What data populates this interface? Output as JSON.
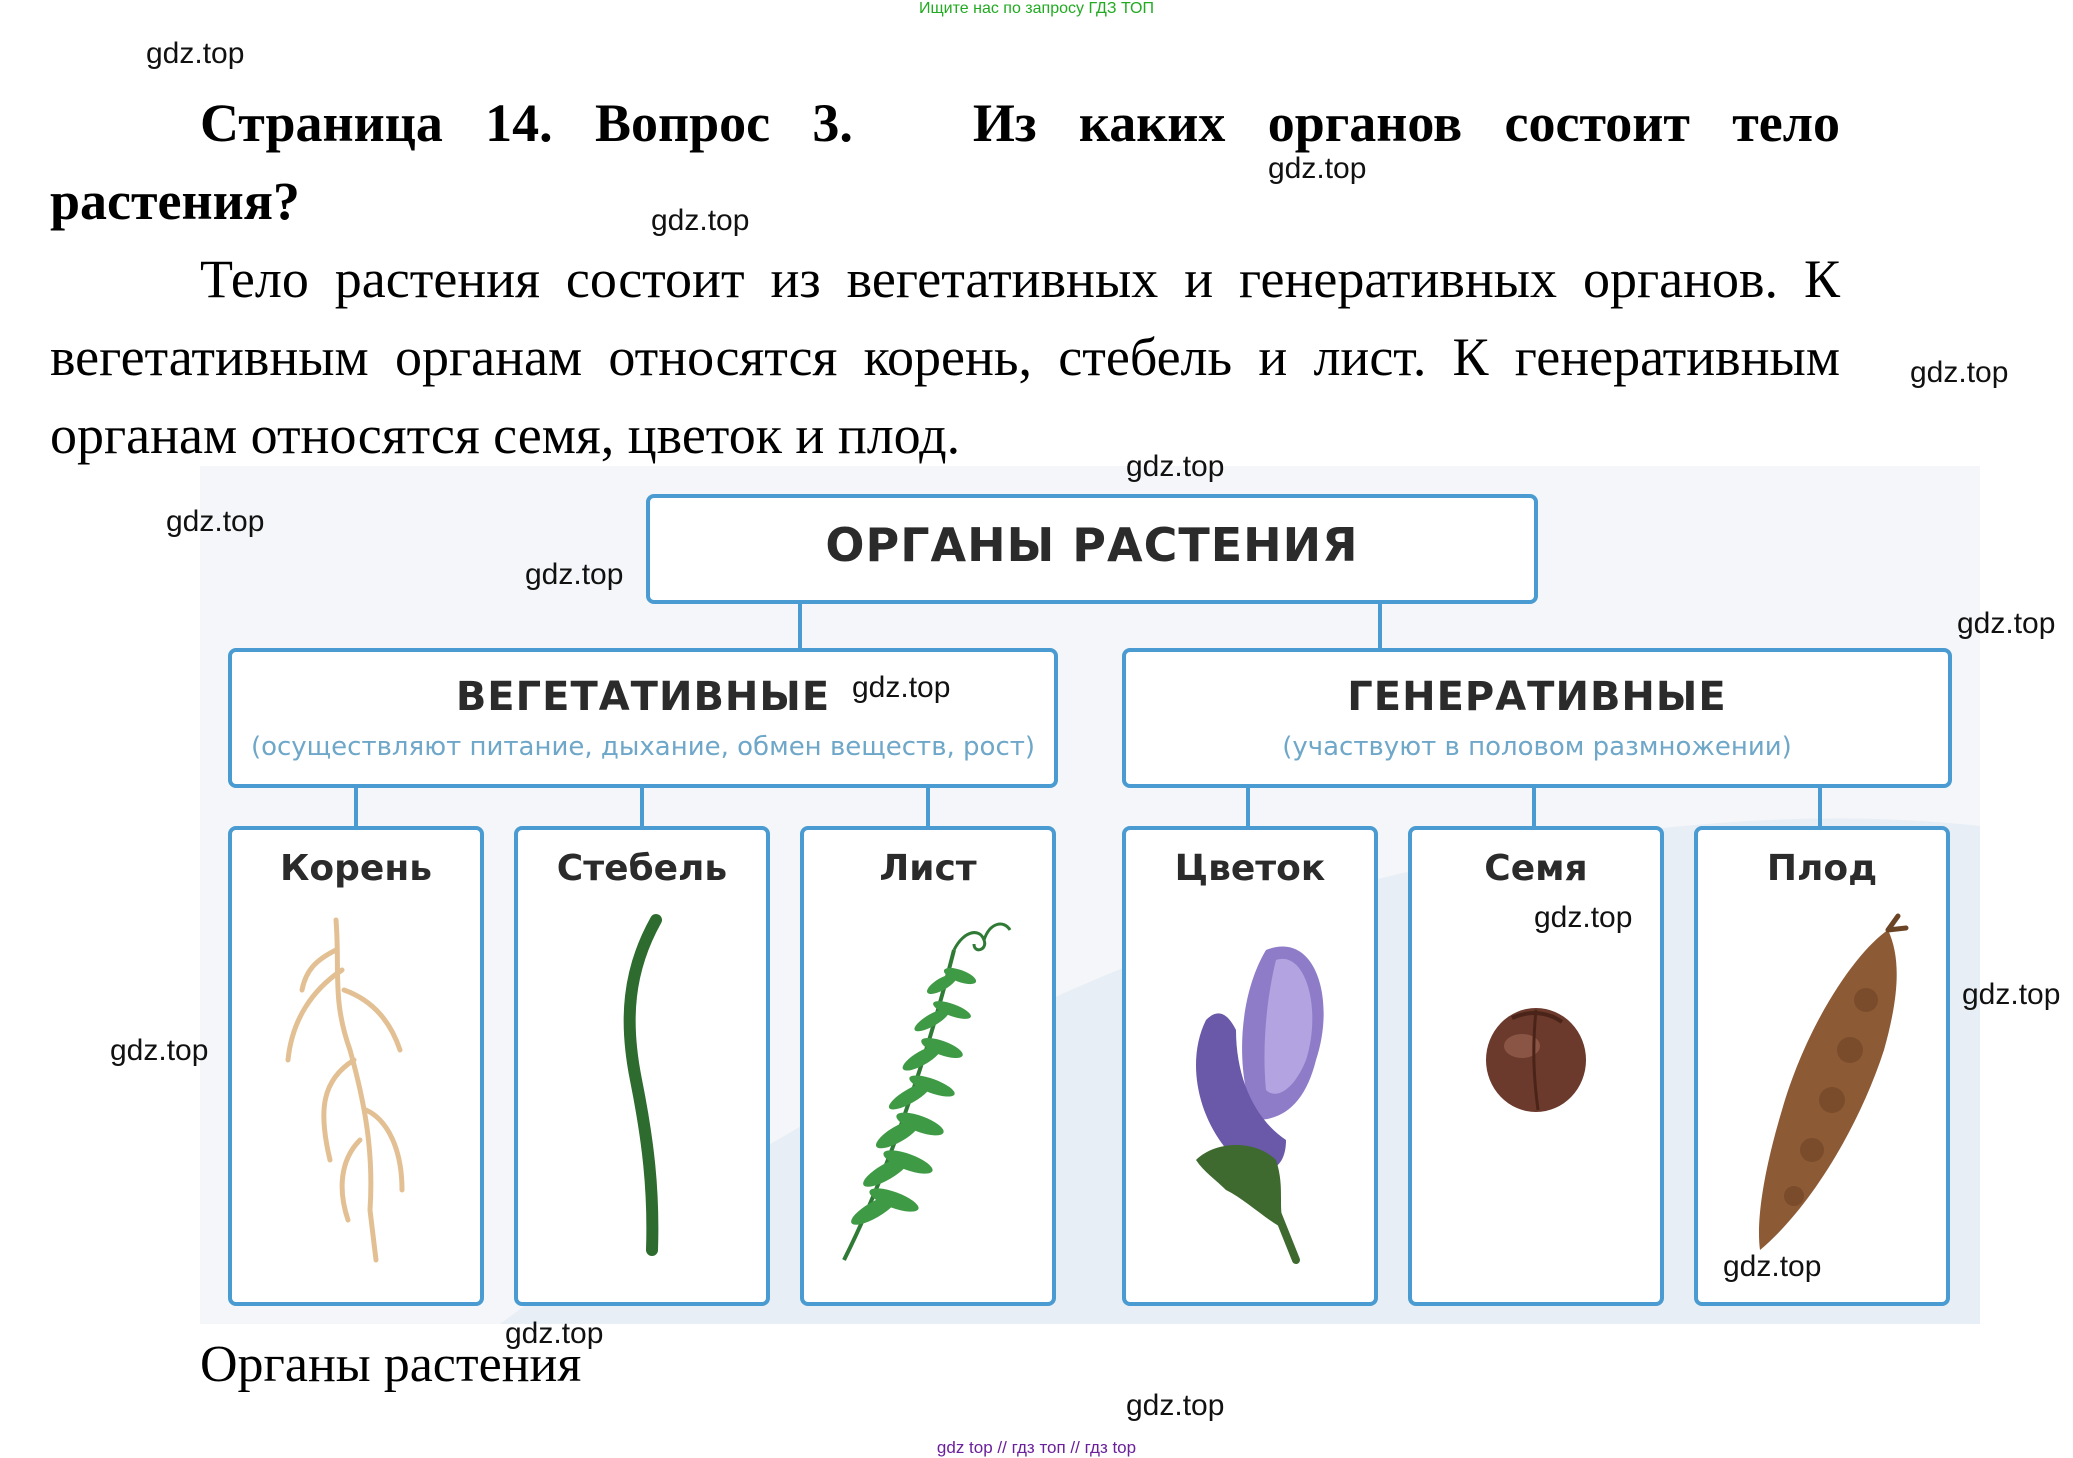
{
  "header_banner": "Ищите нас по запросу ГДЗ ТОП",
  "question": {
    "label": "Страница 14. Вопрос 3.",
    "text": "Из каких органов состоит тело растения?"
  },
  "answer": "Тело растения состоит из вегетативных и генеративных органов. К вегетативным органам относятся корень, стебель и лист. К генеративным органам относятся семя, цветок и плод.",
  "diagram": {
    "root": "ОРГАНЫ РАСТЕНИЯ",
    "vegetative": {
      "title": "ВЕГЕТАТИВНЫЕ",
      "subtitle": "(осуществляют питание, дыхание, обмен веществ, рост)",
      "organs": [
        "Корень",
        "Стебель",
        "Лист"
      ]
    },
    "generative": {
      "title": "ГЕНЕРАТИВНЫЕ",
      "subtitle": "(участвуют в половом размножении)",
      "organs": [
        "Цветок",
        "Семя",
        "Плод"
      ]
    },
    "colors": {
      "border": "#4a9bd1",
      "subtitle": "#6fa7c9",
      "background": "#f4f6f9",
      "root_color": "#e8c79a",
      "stem_color": "#2e6b2e",
      "leaf_color": "#3f9a45",
      "flower_color": "#7a68b8",
      "seed_color": "#6b3a2c",
      "fruit_color": "#8c5a35"
    }
  },
  "caption": "Органы растения",
  "watermark": "gdz.top",
  "footer_banner": "gdz top // гдз топ // гдз top"
}
